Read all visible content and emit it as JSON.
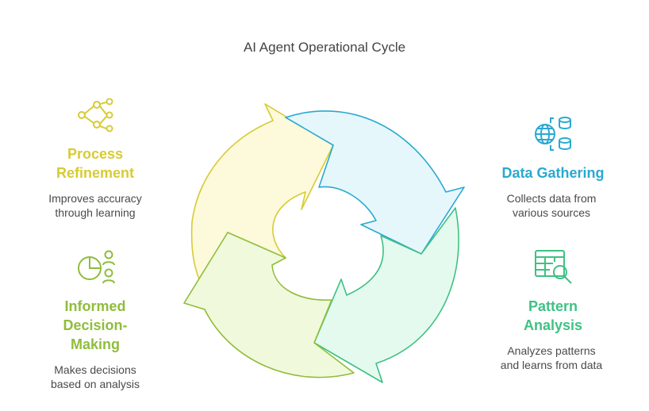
{
  "title": "AI Agent Operational Cycle",
  "colors": {
    "data_gathering": "#29a9d1",
    "pattern_analysis": "#3fc184",
    "informed_decision": "#8fbd3c",
    "process_refinement": "#d7cb35"
  },
  "steps": [
    {
      "id": "data-gathering",
      "heading": [
        "Data Gathering"
      ],
      "description": [
        "Collects data from",
        "various sources"
      ],
      "icon": "globe-database-icon"
    },
    {
      "id": "pattern-analysis",
      "heading": [
        "Pattern",
        "Analysis"
      ],
      "description": [
        "Analyzes patterns",
        "and learns from data"
      ],
      "icon": "table-search-icon"
    },
    {
      "id": "informed-decision-making",
      "heading": [
        "Informed",
        "Decision-",
        "Making"
      ],
      "description": [
        "Makes decisions",
        "based on analysis"
      ],
      "icon": "pie-chart-people-icon"
    },
    {
      "id": "process-refinement",
      "heading": [
        "Process",
        "Refinement"
      ],
      "description": [
        "Improves accuracy",
        "through learning"
      ],
      "icon": "share-nodes-icon"
    }
  ]
}
